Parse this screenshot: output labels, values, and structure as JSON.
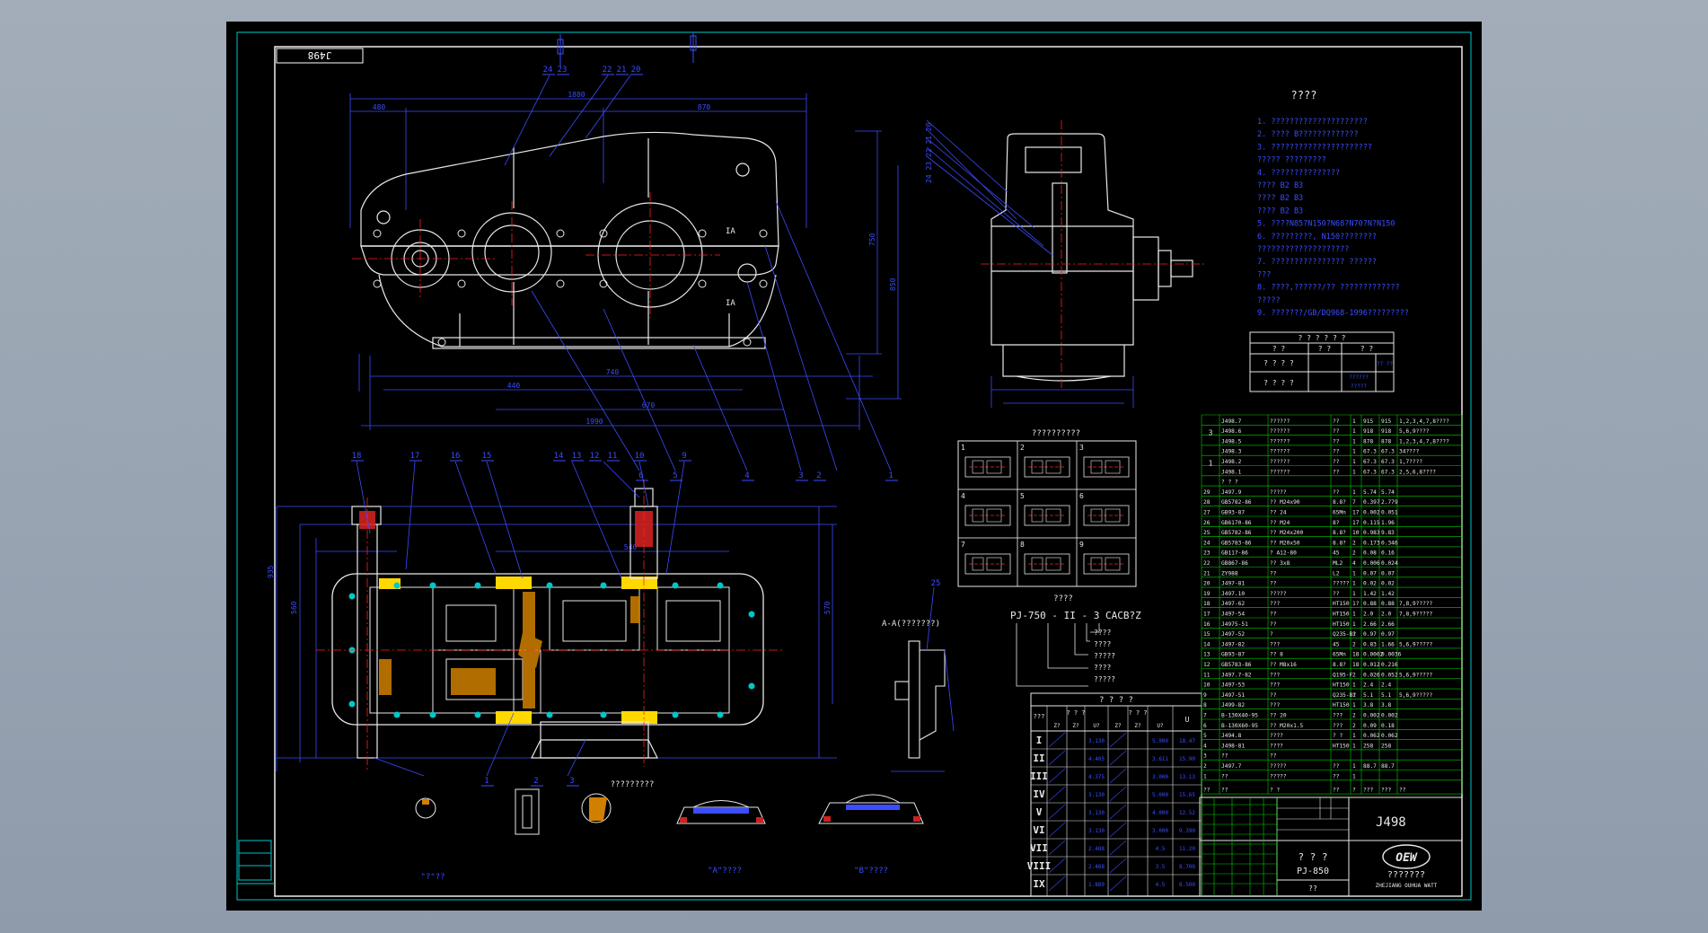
{
  "drawing": {
    "code_stamp": "J498",
    "drawing_no": "J498",
    "product": "PJ-850",
    "product_cn": "? ? ?",
    "maker_cn": "???????",
    "logo_text": "OEW",
    "logo_sub": "ZHEJIANG OUHUA WATT"
  },
  "sections": {
    "tech_title": "????",
    "gear_title": "??????????",
    "model_title": "????",
    "aa_view": "A-A(???????)",
    "view_base": "?????????",
    "view_k1": "\"?\"??",
    "view_k2": "\"A\"????",
    "view_k3": "\"B\"????",
    "ia_top": "IA",
    "ia_bottom": "IA"
  },
  "tech_notes": [
    "1. ?????????????????????",
    "2. ???? B?????????????",
    "3. ??????????????????????",
    "   ????? ?????????",
    "4. ???????????????",
    "          ????   B2   B3",
    "          ????   B2   B3",
    "          ????   B2   B3",
    "5. ????N85?N150?N68?N70?N?N150",
    "6. ?????????, N150????????",
    "   ????????????????????",
    "7. ???????????????? ??????",
    "   ???",
    "8. ????,??????/?? ?????????????",
    "   ?????",
    "9. ???????/GB/DQ968-1996?????????"
  ],
  "model_code": {
    "formula": "PJ-750 - II - 3 CACB?Z",
    "items": [
      "????",
      "????",
      "?????",
      "????",
      "?????"
    ]
  },
  "right_small_table": {
    "title": "? ? ? ? ? ?",
    "h1": "?    ?",
    "h2": "? ?",
    "h3": "? ?",
    "r1": "? ? ? ?",
    "r2": "? ? ? ?",
    "v1": "?? ??",
    "v2": "??????",
    "v3": "?????"
  },
  "gear_config_cells": [
    "1",
    "2",
    "3",
    "4",
    "5",
    "6",
    "7",
    "8",
    "9"
  ],
  "ratio_table": {
    "title": "? ? ? ?",
    "headers": [
      "???",
      "? ? ?",
      "? ? ?",
      "U"
    ],
    "sub_headers": [
      "Z?",
      "Z?",
      "U?",
      "Z?",
      "Z?",
      "U?"
    ],
    "rows": [
      {
        "roman": "I",
        "u1": "3.130",
        "u2": "5.900",
        "u": "18.47"
      },
      {
        "roman": "II",
        "u1": "4.405",
        "u2": "3.611",
        "u": "15.90"
      },
      {
        "roman": "III",
        "u1": "4.375",
        "u2": "3.000",
        "u": "13.13"
      },
      {
        "roman": "IV",
        "u1": "3.130",
        "u2": "5.000",
        "u": "15.65"
      },
      {
        "roman": "V",
        "u1": "3.130",
        "u2": "4.000",
        "u": "12.52"
      },
      {
        "roman": "VI",
        "u1": "3.130",
        "u2": "3.000",
        "u": "9.390"
      },
      {
        "roman": "VII",
        "u1": "2.488",
        "u2": "4.5",
        "u": "11.20"
      },
      {
        "roman": "VIII",
        "u1": "2.488",
        "u2": "3.5",
        "u": "8.708"
      },
      {
        "roman": "IX",
        "u1": "1.889",
        "u2": "4.5",
        "u": "8.500"
      }
    ]
  },
  "parts_groups": {
    "group3": {
      "no": "3",
      "rows": [
        [
          "J498.7",
          "??????",
          "??",
          "1",
          "915",
          "915",
          "1,2,3,4,7,8????"
        ],
        [
          "J498.6",
          "??????",
          "??",
          "1",
          "918",
          "918",
          "5,6,9????"
        ],
        [
          "J498.5",
          "??????",
          "??",
          "1",
          "878",
          "878",
          "1,2,3,4,7,8????"
        ]
      ]
    },
    "group1": {
      "no": "1",
      "rows": [
        [
          "J498.3",
          "??????",
          "??",
          "1",
          "67.3",
          "67.3",
          "34????"
        ],
        [
          "J498.2",
          "??????",
          "??",
          "1",
          "67.3",
          "67.3",
          "1,7????"
        ],
        [
          "J498.1",
          "??????",
          "??",
          "1",
          "67.3",
          "67.3",
          "2,5,6,8????"
        ]
      ]
    },
    "group_label": "? ? ?"
  },
  "parts": [
    [
      "29",
      "J497.9",
      "?????",
      "??",
      "1",
      "5.74",
      "5.74",
      ""
    ],
    [
      "28",
      "GB5782-86",
      "?? M24x90",
      "8.8?",
      "7",
      "0.397",
      "2.779",
      ""
    ],
    [
      "27",
      "GB93-87",
      "?? 24",
      "65Mn",
      "17",
      "0.002",
      "0.051",
      ""
    ],
    [
      "26",
      "GB6170-86",
      "?? M24",
      "8?",
      "17",
      "0.115",
      "1.96",
      ""
    ],
    [
      "25",
      "GB5782-86",
      "?? M24x200",
      "8.8?",
      "10",
      "0.983",
      "9.83",
      ""
    ],
    [
      "24",
      "GB5783-86",
      "?? M20x50",
      "8.8?",
      "2",
      "0.173",
      "0.346",
      ""
    ],
    [
      "23",
      "GB117-86",
      "? A12-80",
      "45",
      "2",
      "0.08",
      "0.16",
      ""
    ],
    [
      "22",
      "GB867-86",
      "?? 3x8",
      "ML2",
      "4",
      "0.006",
      "0.024",
      ""
    ],
    [
      "21",
      "ZY988",
      "??",
      "L2",
      "1",
      "0.07",
      "0.07",
      ""
    ],
    [
      "20",
      "J497-81",
      "??",
      "?????",
      "1",
      "0.02",
      "0.02",
      ""
    ],
    [
      "19",
      "J497.10",
      "?????",
      "??",
      "1",
      "1.42",
      "1.42",
      ""
    ],
    [
      "18",
      "J497-62",
      "???",
      "HT150",
      "1?",
      "0.88",
      "0.88",
      "7,8,9?????"
    ],
    [
      "17",
      "J497-54",
      "??",
      "HT150",
      "1",
      "2.0",
      "2.0",
      "7,8,9?????"
    ],
    [
      "16",
      "J4975-51",
      "??",
      "HT150",
      "1",
      "2.66",
      "2.66",
      ""
    ],
    [
      "15",
      "J497-52",
      "?",
      "Q235-B?",
      "1",
      "0.97",
      "0.97",
      ""
    ],
    [
      "14",
      "J497-82",
      "???",
      "45",
      "2",
      "0.83",
      "1.66",
      "5,6,9?????"
    ],
    [
      "13",
      "GB93-87",
      "?? 8",
      "65Mn",
      "18",
      "0.0002",
      "0.0036",
      ""
    ],
    [
      "12",
      "GB5783-86",
      "?? M8x16",
      "8.8?",
      "18",
      "0.012",
      "0.216",
      ""
    ],
    [
      "11",
      "J497.7-82",
      "???",
      "Q195-F",
      "2",
      "0.026",
      "0.052",
      "5,6,9?????"
    ],
    [
      "10",
      "J497-53",
      "???",
      "HT150",
      "1",
      "2.4",
      "2.4",
      ""
    ],
    [
      "9",
      "J497-51",
      "??",
      "Q235-B?",
      "1",
      "5.1",
      "5.1",
      "5,6,9?????"
    ],
    [
      "8",
      "J499-82",
      "???",
      "HT150",
      "1",
      "3.8",
      "3.8",
      ""
    ],
    [
      "7",
      "B-130X40-95",
      "?? 20",
      "???",
      "2",
      "0.002",
      "0.002",
      ""
    ],
    [
      "6",
      "B-130X60-95",
      "?? M20x1.5",
      "???",
      "2",
      "0.09",
      "0.18",
      ""
    ],
    [
      "5",
      "J494.8",
      "????",
      "? ?",
      "1",
      "0.062",
      "0.062",
      ""
    ],
    [
      "4",
      "J498-81",
      "????",
      "HT150",
      "1",
      "258",
      "258",
      ""
    ],
    [
      "3",
      "??",
      "??",
      "",
      "",
      "",
      "",
      ""
    ],
    [
      "2",
      "J497.7",
      "?????",
      "??",
      "1",
      "88.7",
      "88.7",
      ""
    ],
    [
      "1",
      "??",
      "?????",
      "??",
      "1",
      "",
      "",
      ""
    ]
  ],
  "parts_header": [
    "??",
    "??",
    "?  ?",
    "??",
    "?",
    "???",
    "???",
    "??"
  ],
  "balloons_top": [
    "24",
    "23",
    "22",
    "21",
    "20",
    "6",
    "5",
    "4",
    "3",
    "2",
    "1"
  ],
  "balloons_bottom": [
    "18",
    "17",
    "16",
    "15",
    "14",
    "13",
    "12",
    "11",
    "10",
    "9",
    "1",
    "2",
    "3"
  ],
  "balloon_aa": "25",
  "dims": {
    "top_overall": "1880",
    "top_left": "480",
    "top_mid": "870",
    "bottom_overall": "1990",
    "bottom_mid": "670",
    "bottom_c1": "740",
    "bottom_c2": "440",
    "bottom_c3": "540",
    "height_left": "750",
    "height_mid": "850",
    "v_left_1": "935",
    "v_left_2": "560",
    "v_right_1": "570"
  },
  "colors": {
    "sheet_bg": "#000000",
    "frame": "#ffffff",
    "border_cyan": "#00c8c8",
    "outline": "#e8e8e8",
    "dimension": "#3a4dff",
    "table_green": "#00d000",
    "centerline": "#ff2020",
    "bearing": "#ffd800",
    "hatch": "#d08000"
  }
}
